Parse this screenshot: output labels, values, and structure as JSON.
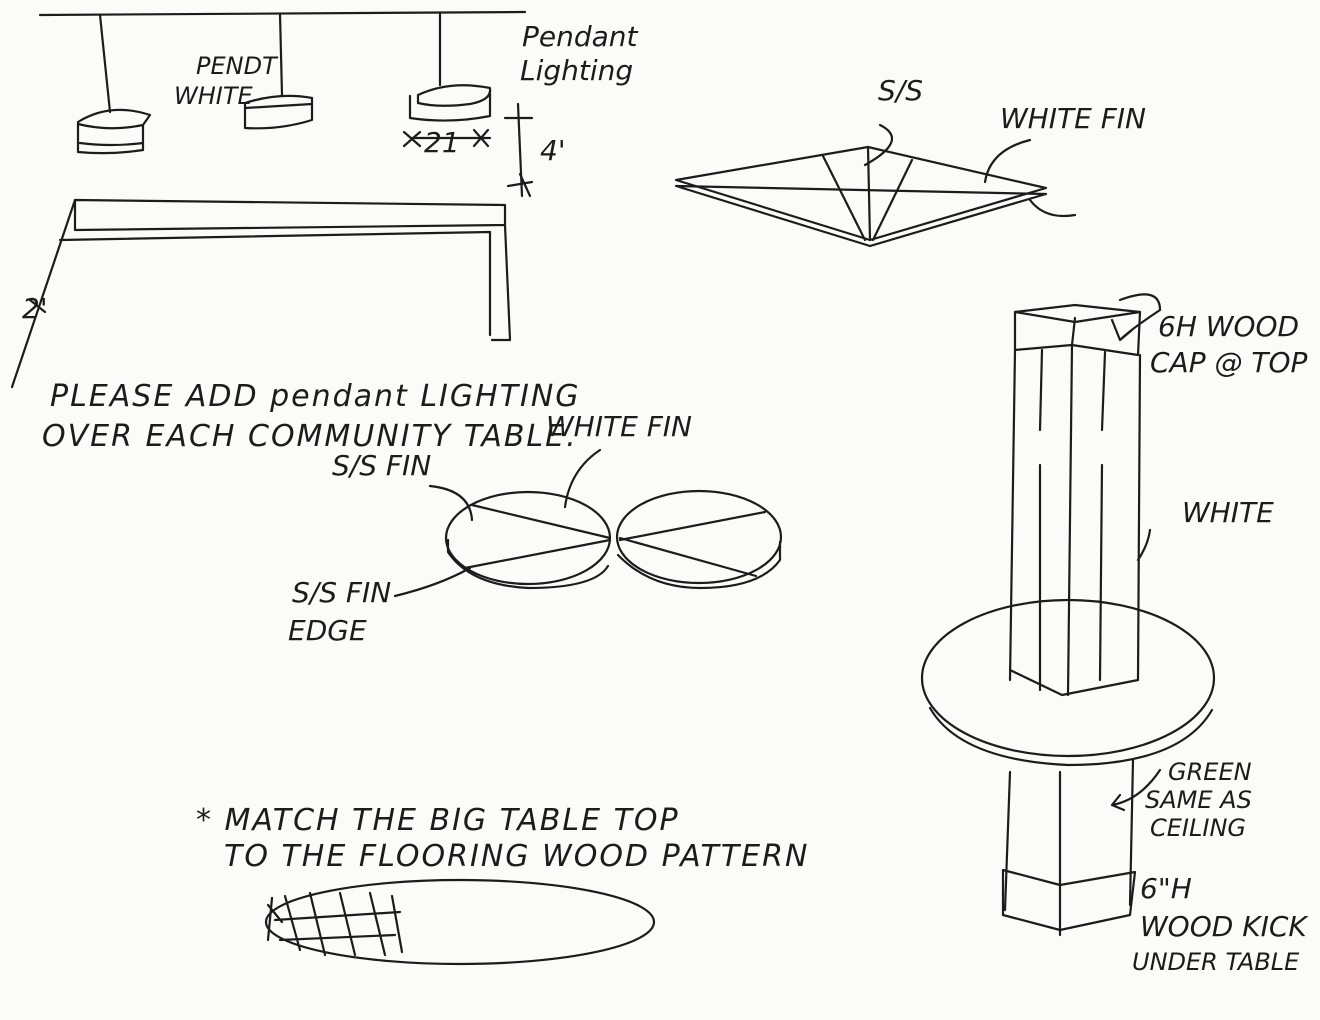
{
  "notes": {
    "pendant_lighting": [
      "Pendant",
      "Lighting"
    ],
    "pendant_white": [
      "PENDT",
      "WHITE"
    ],
    "dim_21": "21",
    "dim_4": "4'",
    "dim_2": "2'",
    "please_add": [
      "PLEASE ADD pendant LIGHTING",
      "OVER EACH COMMUNITY TABLE."
    ],
    "ss_top": "S/S",
    "white_fin_top": "WHITE FIN",
    "white_fin_mid": "WHITE FIN",
    "ss_fin": "S/S FIN",
    "ss_fin_edge": [
      "S/S FIN",
      "EDGE"
    ],
    "match_note": [
      "* MATCH THE BIG TABLE TOP",
      "TO THE FLOORING WOOD PATTERN"
    ],
    "wood_cap": [
      "6H WOOD",
      "CAP @ TOP"
    ],
    "white_col": "WHITE",
    "green": [
      "GREEN",
      "SAME AS",
      "CEILING"
    ],
    "wood_kick": [
      "6\"H",
      "WOOD KICK",
      "UNDER TABLE"
    ]
  }
}
